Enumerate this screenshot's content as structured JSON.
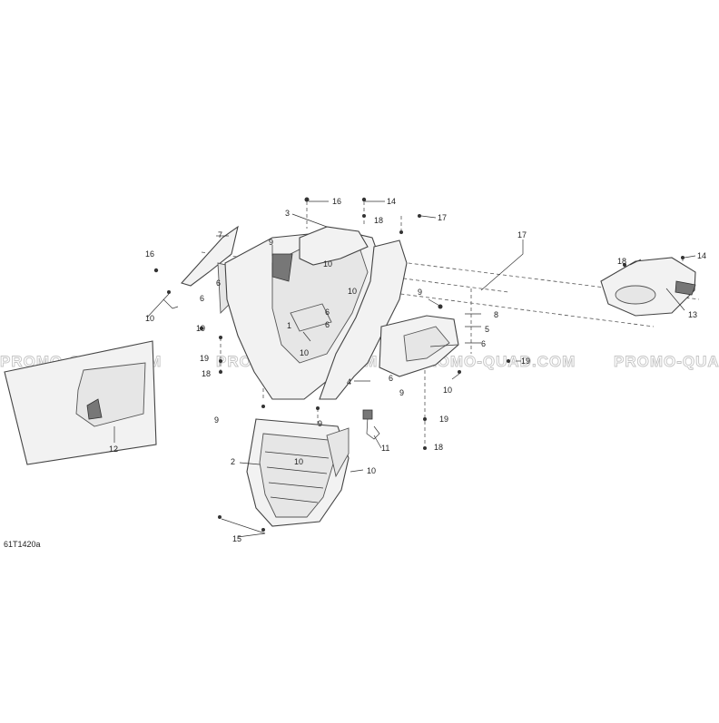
{
  "diagram": {
    "figure_code": "61T1420a",
    "watermark_texts": [
      "PROMO-QUAD.COM",
      "PROMO-QUAD.COM",
      "PROMO-QUAD.COM",
      "PROMO-QUAD"
    ],
    "callouts": [
      "1",
      "2",
      "3",
      "4",
      "5",
      "6",
      "6",
      "6",
      "6",
      "6",
      "6",
      "7",
      "8",
      "9",
      "9",
      "9",
      "9",
      "9",
      "10",
      "10",
      "10",
      "10",
      "10",
      "10",
      "10",
      "11",
      "12",
      "13",
      "14",
      "14",
      "15",
      "16",
      "16",
      "17",
      "17",
      "18",
      "18",
      "18",
      "18",
      "19",
      "19",
      "19",
      "19"
    ]
  }
}
